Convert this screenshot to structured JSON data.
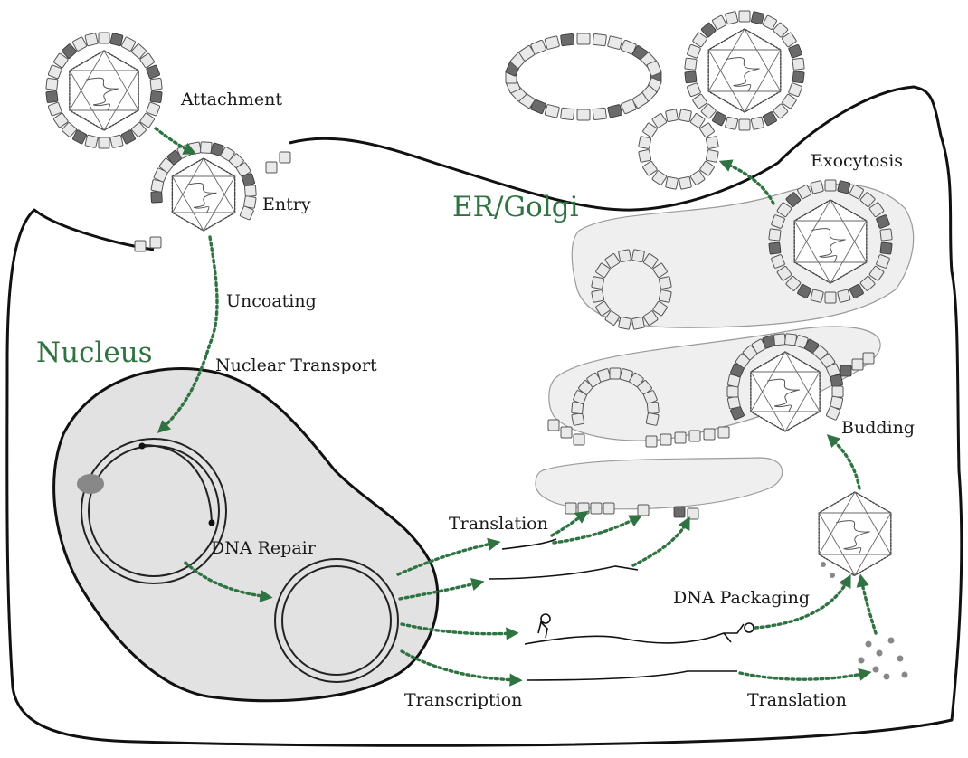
{
  "labels": {
    "attachment": "Attachment",
    "entry": "Entry",
    "uncoating": "Uncoating",
    "nuclear_transport": "Nuclear Transport",
    "dna_repair": "DNA Repair",
    "translation_upper": "Translation",
    "transcription": "Transcription",
    "translation_lower": "Translation",
    "dna_packaging": "DNA Packaging",
    "budding": "Budding",
    "exocytosis": "Exocytosis"
  },
  "regions": {
    "nucleus": "Nucleus",
    "er_golgi": "ER/Golgi"
  },
  "colors": {
    "flow_arrow": "#2f7342",
    "region_label": "#2f7342",
    "nucleus_fill": "#e2e2e2",
    "organelle_fill": "#efefef"
  }
}
